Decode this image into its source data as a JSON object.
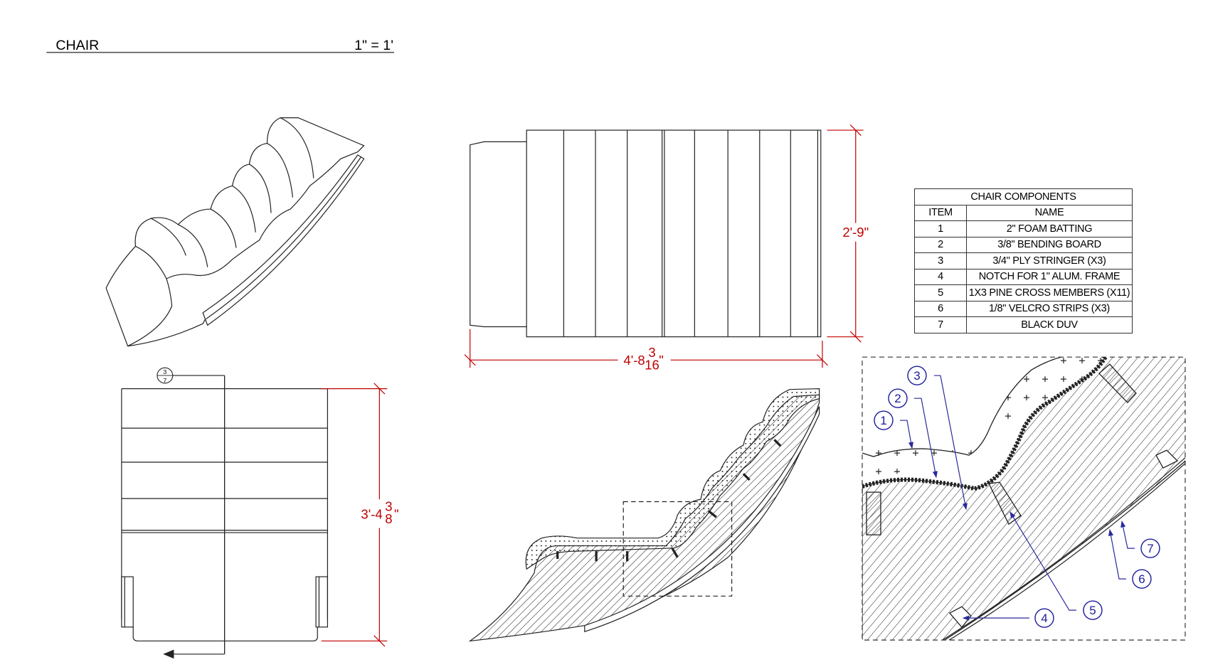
{
  "title": {
    "name": "CHAIR",
    "scale": "1\" = 1'"
  },
  "dimensions": {
    "elevation_height": "2'-9\"",
    "elevation_length_whole": "4'-8",
    "elevation_length_num": "3",
    "elevation_length_den": "16",
    "plan_length_whole": "3'-4",
    "plan_length_num": "3",
    "plan_length_den": "8",
    "inch_mark": "\""
  },
  "section_marker": {
    "detail": "3",
    "sheet": "7"
  },
  "components_table": {
    "title": "CHAIR COMPONENTS",
    "headers": [
      "ITEM",
      "NAME"
    ],
    "rows": [
      {
        "item": "1",
        "name": "2\" FOAM BATTING"
      },
      {
        "item": "2",
        "name": "3/8\" BENDING BOARD"
      },
      {
        "item": "3",
        "name": "3/4\" PLY STRINGER (X3)"
      },
      {
        "item": "4",
        "name": "NOTCH FOR 1\" ALUM. FRAME"
      },
      {
        "item": "5",
        "name": "1X3 PINE CROSS MEMBERS (X11)"
      },
      {
        "item": "6",
        "name": "1/8\" VELCRO STRIPS (X3)"
      },
      {
        "item": "7",
        "name": "BLACK DUV"
      }
    ]
  },
  "callouts": [
    "1",
    "2",
    "3",
    "4",
    "5",
    "6",
    "7"
  ],
  "colors": {
    "dimension": "#c00000",
    "callout": "#1c1c9c",
    "line": "#222222"
  }
}
